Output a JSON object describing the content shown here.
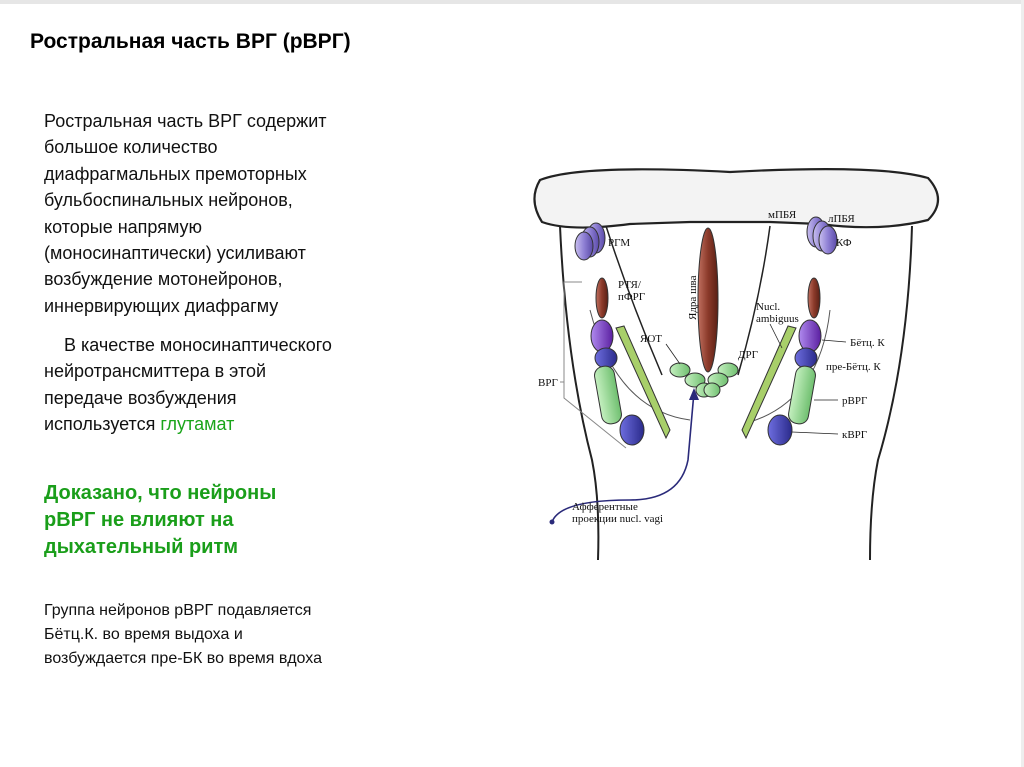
{
  "title": "Ростральная часть ВРГ (рВРГ)",
  "paragraph1": [
    "Ростральная часть ВРГ  содержит",
    "большое количество",
    "диафрагмальных премоторных",
    "бульбоспинальных нейронов,",
    "которые напрямую",
    "(моносинаптически) усиливают",
    "возбуждение мотонейронов,",
    "иннервирующих диафрагму"
  ],
  "paragraph2": {
    "lines": [
      "В качестве моносинаптического",
      "нейротрансмиттера в этой",
      "передаче возбуждения"
    ],
    "last_prefix": "используется ",
    "highlight": "глутамат"
  },
  "paragraph3": [
    "Доказано, что нейроны",
    "рВРГ не влияют на",
    "дыхательный ритм"
  ],
  "paragraph4": [
    "Группа нейронов рВРГ подавляется",
    "Бётц.К. во время выдоха и",
    "возбуждается пре-БК во время вдоха"
  ],
  "diagram": {
    "labels": {
      "rgm": "РГМ",
      "mpbya": "мПБЯ",
      "lpbya": "лПБЯ",
      "kf": "КФ",
      "rtya": "РТЯ/",
      "pfrg": "пФРГ",
      "raphe": "Ядра шва",
      "nucl_line1": "Nucl.",
      "nucl_line2": "ambiguus",
      "betz": "Бётц. К",
      "yaot": "ЯОТ",
      "drg": "ДРГ",
      "pre_betz": "пре-Бётц. К",
      "vrg": "ВРГ",
      "rvrg": "рВРГ",
      "kvrg": "кВРГ",
      "afferent_line1": "Афферентные",
      "afferent_line2": "проекции nucl. vagi"
    },
    "colors": {
      "pons": "#f2f2f2",
      "violet": "#9d8fd8",
      "brown": "#8b3a2a",
      "blue": "#3f3fae",
      "purple": "#7a36c8",
      "green": "#8ed38e",
      "olive": "#a8cf6a",
      "arrow": "#2a2a7a"
    }
  }
}
